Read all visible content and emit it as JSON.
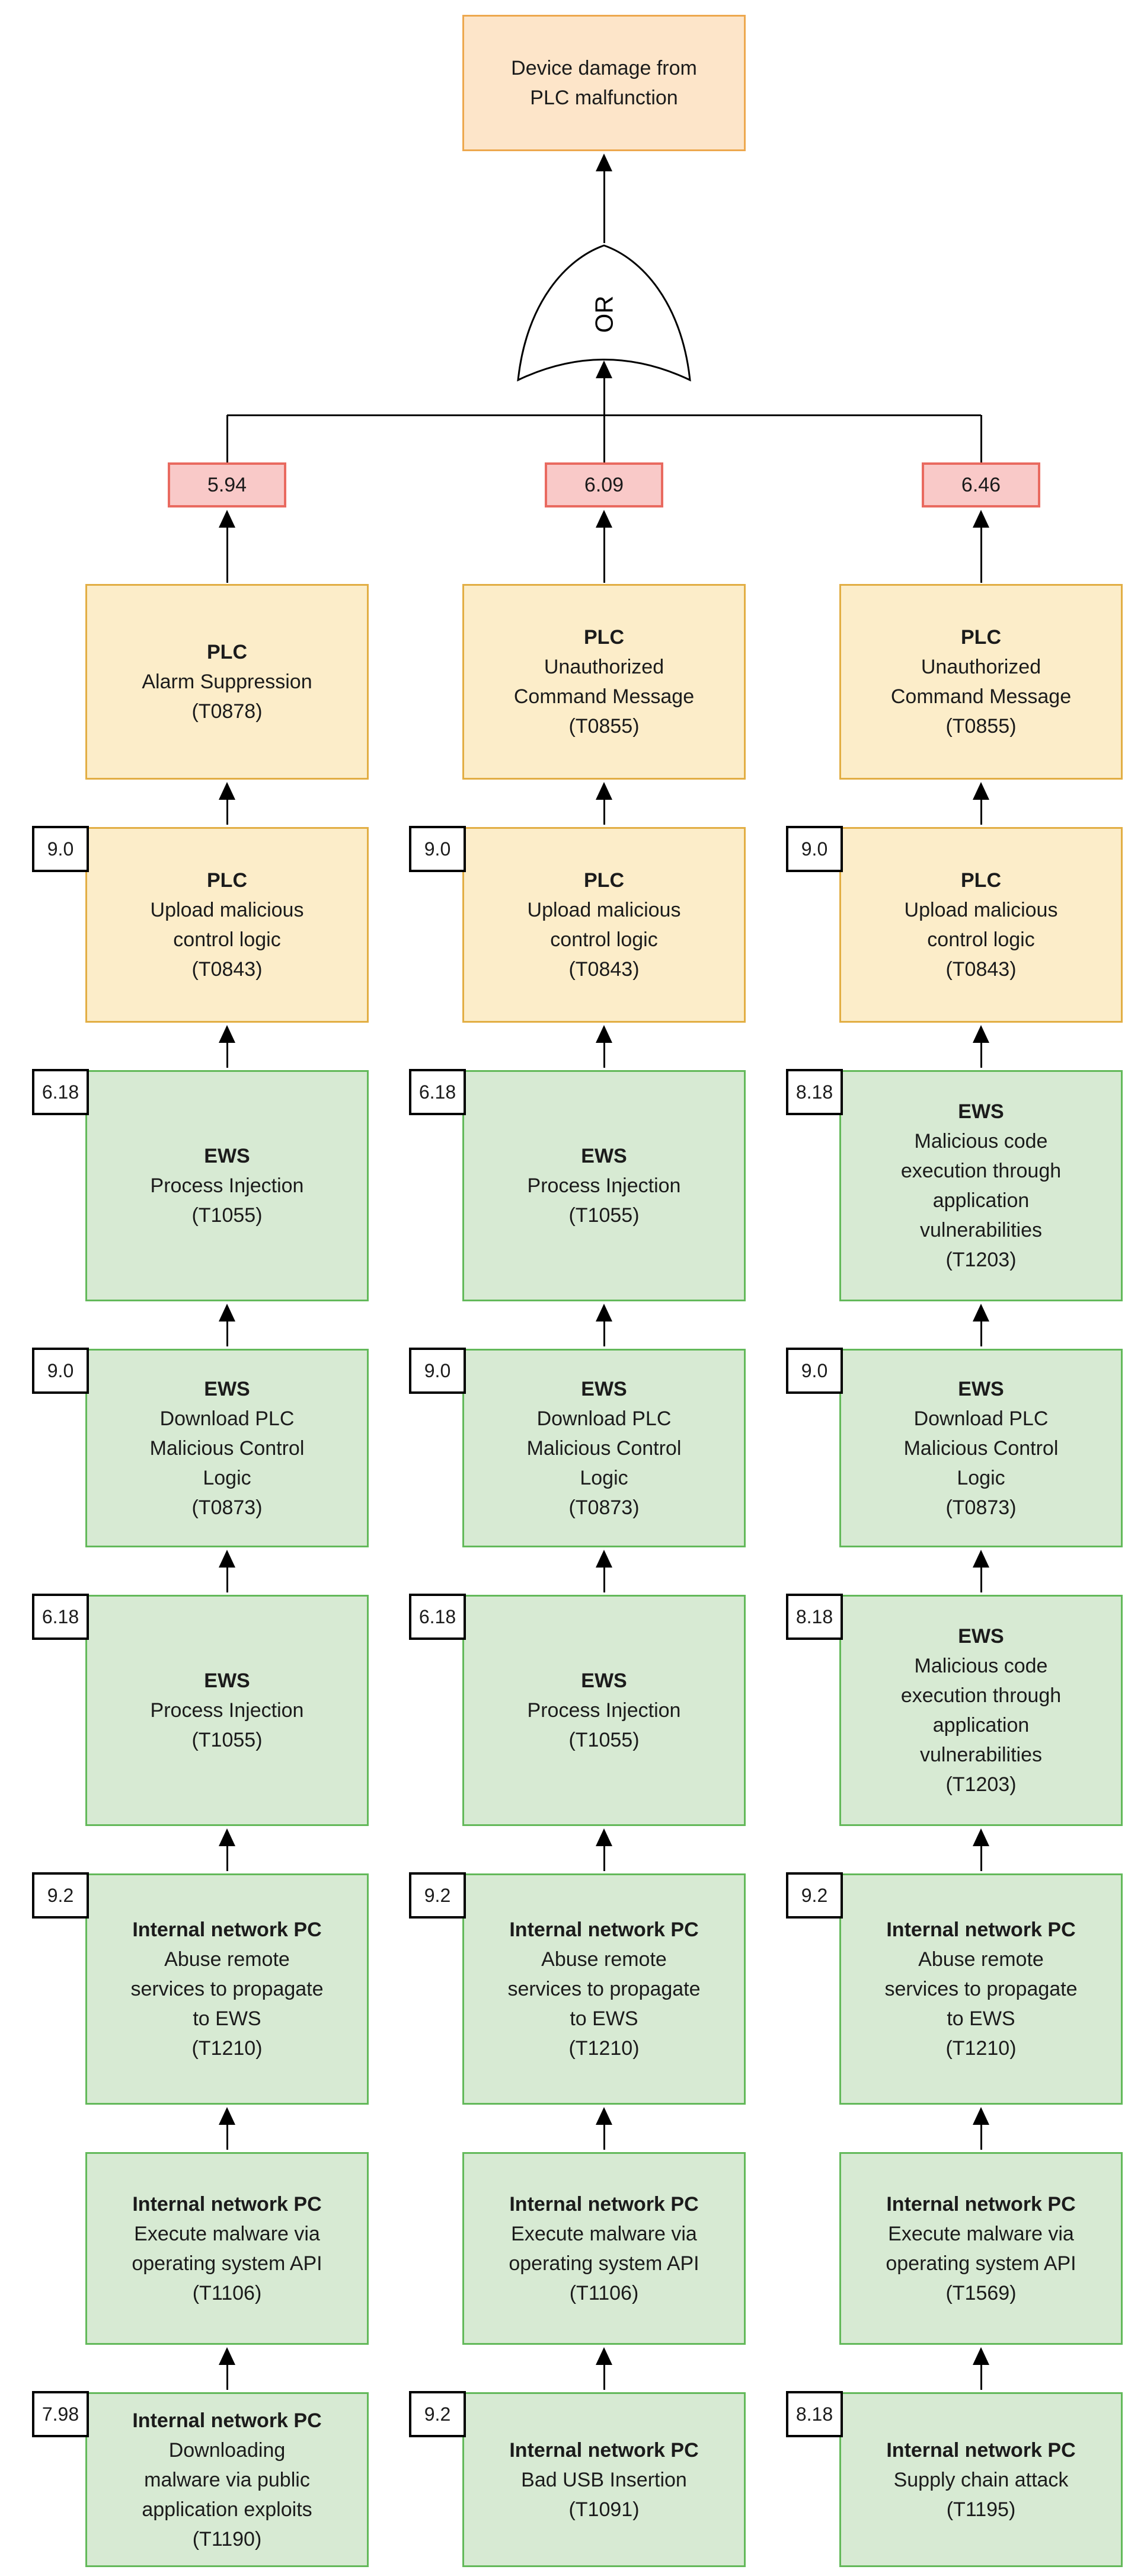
{
  "root": {
    "label": "Device damage from\nPLC malfunction"
  },
  "gate": {
    "label": "OR"
  },
  "colors": {
    "root_fill": "#fde5c9",
    "root_border": "#eda84e",
    "plc_fill": "#fcedc9",
    "plc_border": "#e2ae44",
    "asset_fill": "#d7ead3",
    "asset_border": "#63b95a",
    "severity_fill": "#f9c9c8",
    "severity_border": "#e96a60",
    "score_tag_fill": "#ffffff",
    "line": "#000000"
  },
  "columns": [
    {
      "severity": "5.94",
      "nodes": [
        {
          "score": null,
          "asset": "PLC",
          "technique": "Alarm Suppression",
          "code": "(T0878)"
        },
        {
          "score": "9.0",
          "asset": "PLC",
          "technique": "Upload malicious\ncontrol logic",
          "code": "(T0843)"
        },
        {
          "score": "6.18",
          "asset": "EWS",
          "technique": "Process Injection",
          "code": "(T1055)"
        },
        {
          "score": "9.0",
          "asset": "EWS",
          "technique": "Download PLC\nMalicious Control\nLogic",
          "code": "(T0873)"
        },
        {
          "score": "6.18",
          "asset": "EWS",
          "technique": "Process Injection",
          "code": "(T1055)"
        },
        {
          "score": "9.2",
          "asset": "Internal network PC",
          "technique": "Abuse remote\nservices to propagate\nto EWS",
          "code": "(T1210)"
        },
        {
          "score": null,
          "asset": "Internal network PC",
          "technique": "Execute malware via\noperating system API",
          "code": "(T1106)"
        },
        {
          "score": "7.98",
          "asset": "Internal network PC",
          "technique": "Downloading\nmalware via public\napplication exploits",
          "code": "(T1190)"
        }
      ]
    },
    {
      "severity": "6.09",
      "nodes": [
        {
          "score": null,
          "asset": "PLC",
          "technique": "Unauthorized\nCommand Message",
          "code": "(T0855)"
        },
        {
          "score": "9.0",
          "asset": "PLC",
          "technique": "Upload malicious\ncontrol logic",
          "code": "(T0843)"
        },
        {
          "score": "6.18",
          "asset": "EWS",
          "technique": "Process Injection",
          "code": "(T1055)"
        },
        {
          "score": "9.0",
          "asset": "EWS",
          "technique": "Download PLC\nMalicious Control\nLogic",
          "code": "(T0873)"
        },
        {
          "score": "6.18",
          "asset": "EWS",
          "technique": "Process Injection",
          "code": "(T1055)"
        },
        {
          "score": "9.2",
          "asset": "Internal network PC",
          "technique": "Abuse remote\nservices to propagate\nto EWS",
          "code": "(T1210)"
        },
        {
          "score": null,
          "asset": "Internal network PC",
          "technique": "Execute malware via\noperating system API",
          "code": "(T1106)"
        },
        {
          "score": "9.2",
          "asset": "Internal network PC",
          "technique": "Bad USB Insertion",
          "code": "(T1091)"
        }
      ]
    },
    {
      "severity": "6.46",
      "nodes": [
        {
          "score": null,
          "asset": "PLC",
          "technique": "Unauthorized\nCommand Message",
          "code": "(T0855)"
        },
        {
          "score": "9.0",
          "asset": "PLC",
          "technique": "Upload malicious\ncontrol logic",
          "code": "(T0843)"
        },
        {
          "score": "8.18",
          "asset": "EWS",
          "technique": "Malicious code\nexecution through\napplication\nvulnerabilities",
          "code": "(T1203)"
        },
        {
          "score": "9.0",
          "asset": "EWS",
          "technique": "Download PLC\nMalicious Control\nLogic",
          "code": "(T0873)"
        },
        {
          "score": "8.18",
          "asset": "EWS",
          "technique": "Malicious code\nexecution through\napplication\nvulnerabilities",
          "code": "(T1203)"
        },
        {
          "score": "9.2",
          "asset": "Internal network PC",
          "technique": "Abuse remote\nservices to propagate\nto EWS",
          "code": "(T1210)"
        },
        {
          "score": null,
          "asset": "Internal network PC",
          "technique": "Execute malware via\noperating system API",
          "code": "(T1569)"
        },
        {
          "score": "8.18",
          "asset": "Internal network PC",
          "technique": "Supply chain attack",
          "code": "(T1195)"
        }
      ]
    }
  ]
}
